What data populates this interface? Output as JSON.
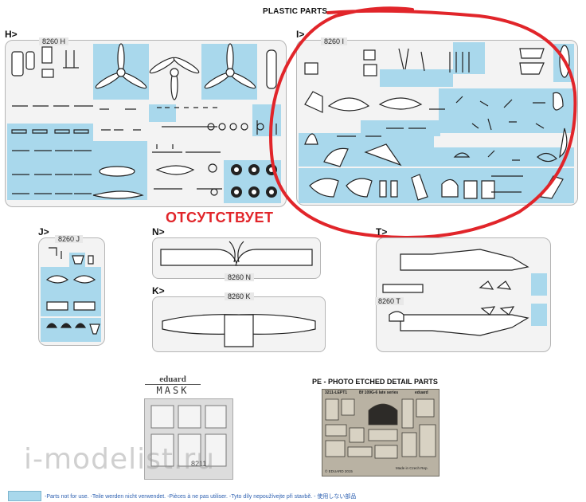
{
  "header": {
    "title": "PLASTIC PARTS"
  },
  "sprues": {
    "H": {
      "letter": "H>",
      "code": "8260 H"
    },
    "I": {
      "letter": "I>",
      "code": "8260 I"
    },
    "J": {
      "letter": "J>",
      "code": "8260 J"
    },
    "N": {
      "letter": "N>",
      "code": "8260 N"
    },
    "K": {
      "letter": "K>",
      "code": "8260 K"
    },
    "T": {
      "letter": "T>",
      "code": "8260 T"
    }
  },
  "annotation": {
    "text": "ОТСУТСТВУЕТ",
    "color": "#e1252a"
  },
  "mask": {
    "brand": "eduard",
    "label": "MASK",
    "code": "8211"
  },
  "pe": {
    "title": "PE - PHOTO ETCHED DETAIL PARTS",
    "fret_code": "3211-LEPT1",
    "fret_subject": "Bf 109G-6 late series",
    "fret_brand": "eduard",
    "fret_footer": "Made in Czech Rep.",
    "fret_copyright": "© EDUARD 2015"
  },
  "watermark": "i-modelist.ru",
  "legend": {
    "swatch_color": "#a9d8ec",
    "text": "-Parts not for use.  -Teile werden nicht verwendet.  -Pièces à ne pas utiliser.  -Tyto díly nepoužívejte při stavbě.  -  使用しない部品"
  }
}
